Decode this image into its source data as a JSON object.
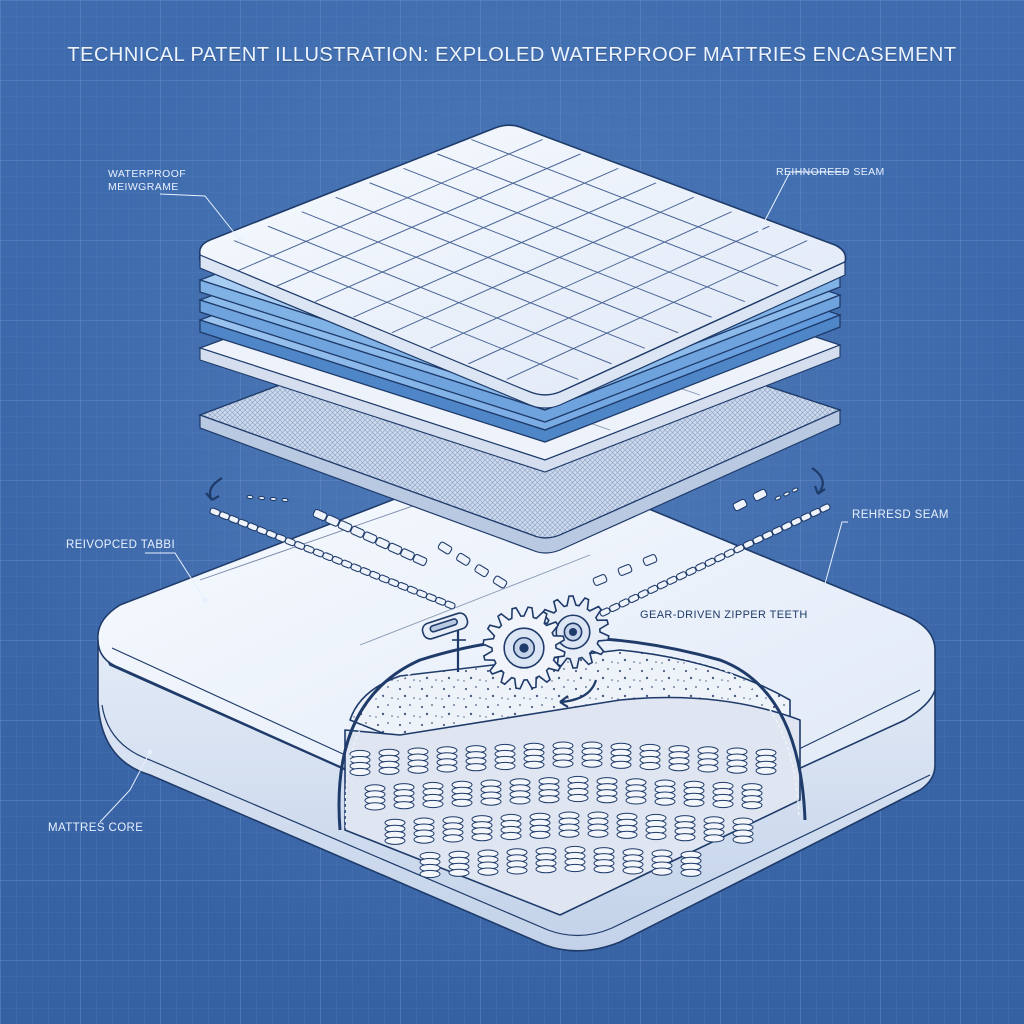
{
  "title": "TECHNICAL PATENT ILLUSTRATION: EXPLOLED WATERPROOF MATTRIES ENCASEMENT",
  "labels": {
    "waterproof_membrane": [
      "WATERPROOF",
      "MEIWGRAME"
    ],
    "reinforced_seam_top": "REIHNOREED SEAM",
    "reinforced_tabs": "REIVOPCED TABBI",
    "reinforced_seam_right": "REHRESD SEAM",
    "gear_zipper": "GEAR-DRIVEN ZIPPER TEETH",
    "mattress_core": "MATTRES CORE"
  },
  "colors": {
    "background": "#3f6faf",
    "grid": "#5a86c2",
    "line": "#1e3a68",
    "fabric": "#eef3fb",
    "membrane_blue": "#6fa6e0",
    "callout_line": "#e8f0ff"
  }
}
